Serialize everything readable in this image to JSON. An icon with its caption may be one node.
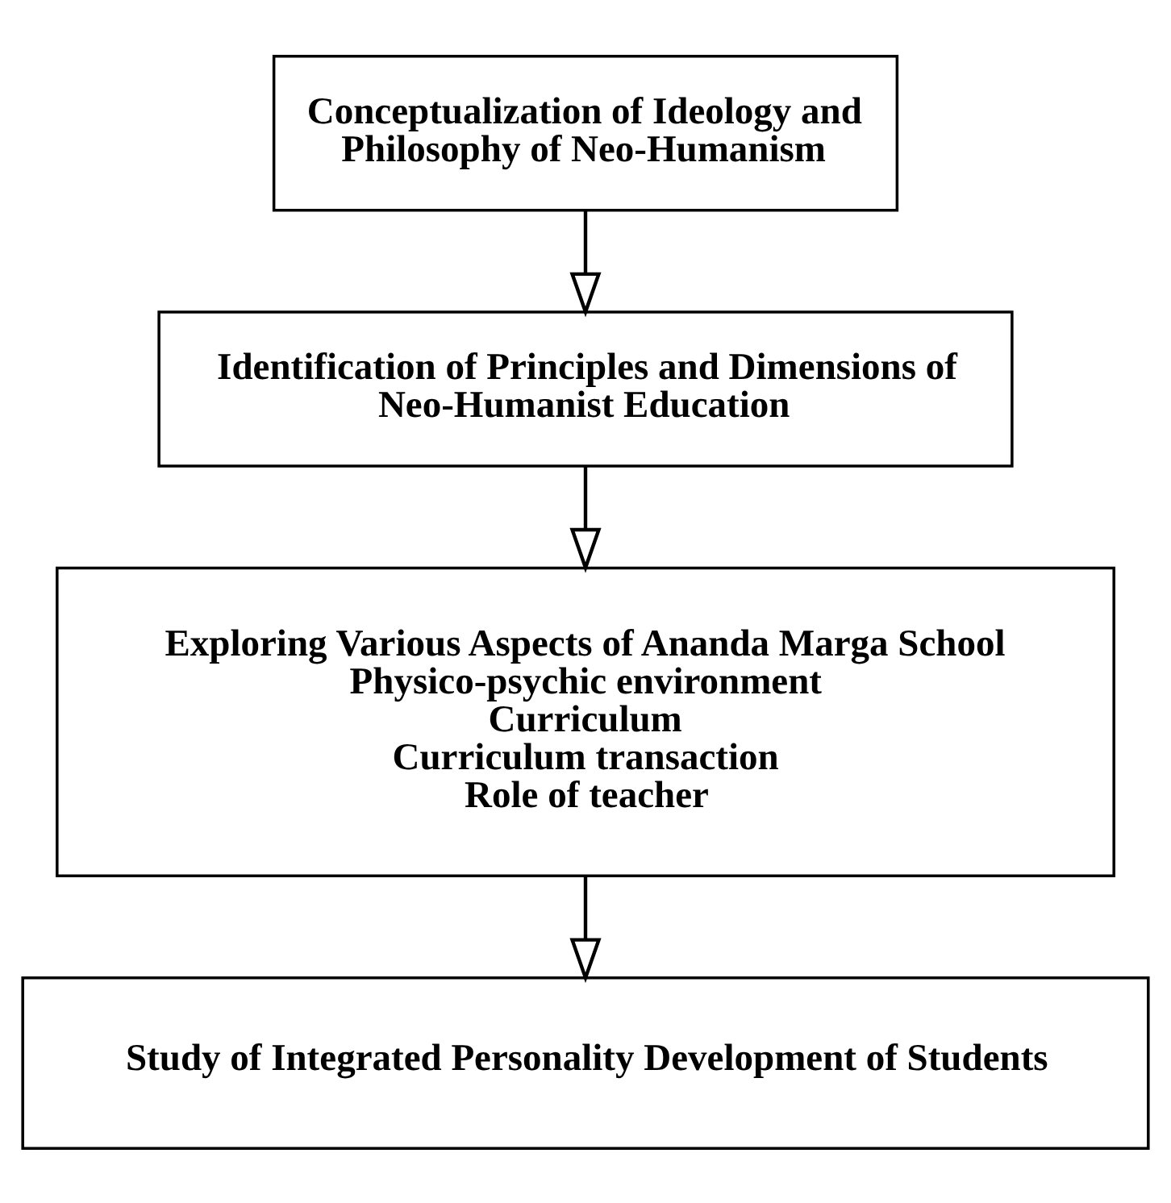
{
  "diagram": {
    "nodes": [
      {
        "text": [
          "Conceptualization of Ideology and Philosophy of Neo-Humanism"
        ]
      },
      {
        "text": [
          "Identification of Principles and Dimensions of Neo-Humanist Education"
        ]
      },
      {
        "text": [
          "Exploring Various Aspects of Ananda Marga School",
          "Physico-psychic environment",
          "Curriculum",
          "Curriculum transaction",
          "Role of teacher"
        ]
      },
      {
        "text": [
          "Study of Integrated Personality Development of Students"
        ]
      }
    ],
    "edges": [
      {
        "from": 0,
        "to": 1,
        "arrow": "to"
      },
      {
        "from": 1,
        "to": 2,
        "arrow": "to"
      },
      {
        "from": 2,
        "to": 3,
        "arrow": "to"
      }
    ]
  }
}
